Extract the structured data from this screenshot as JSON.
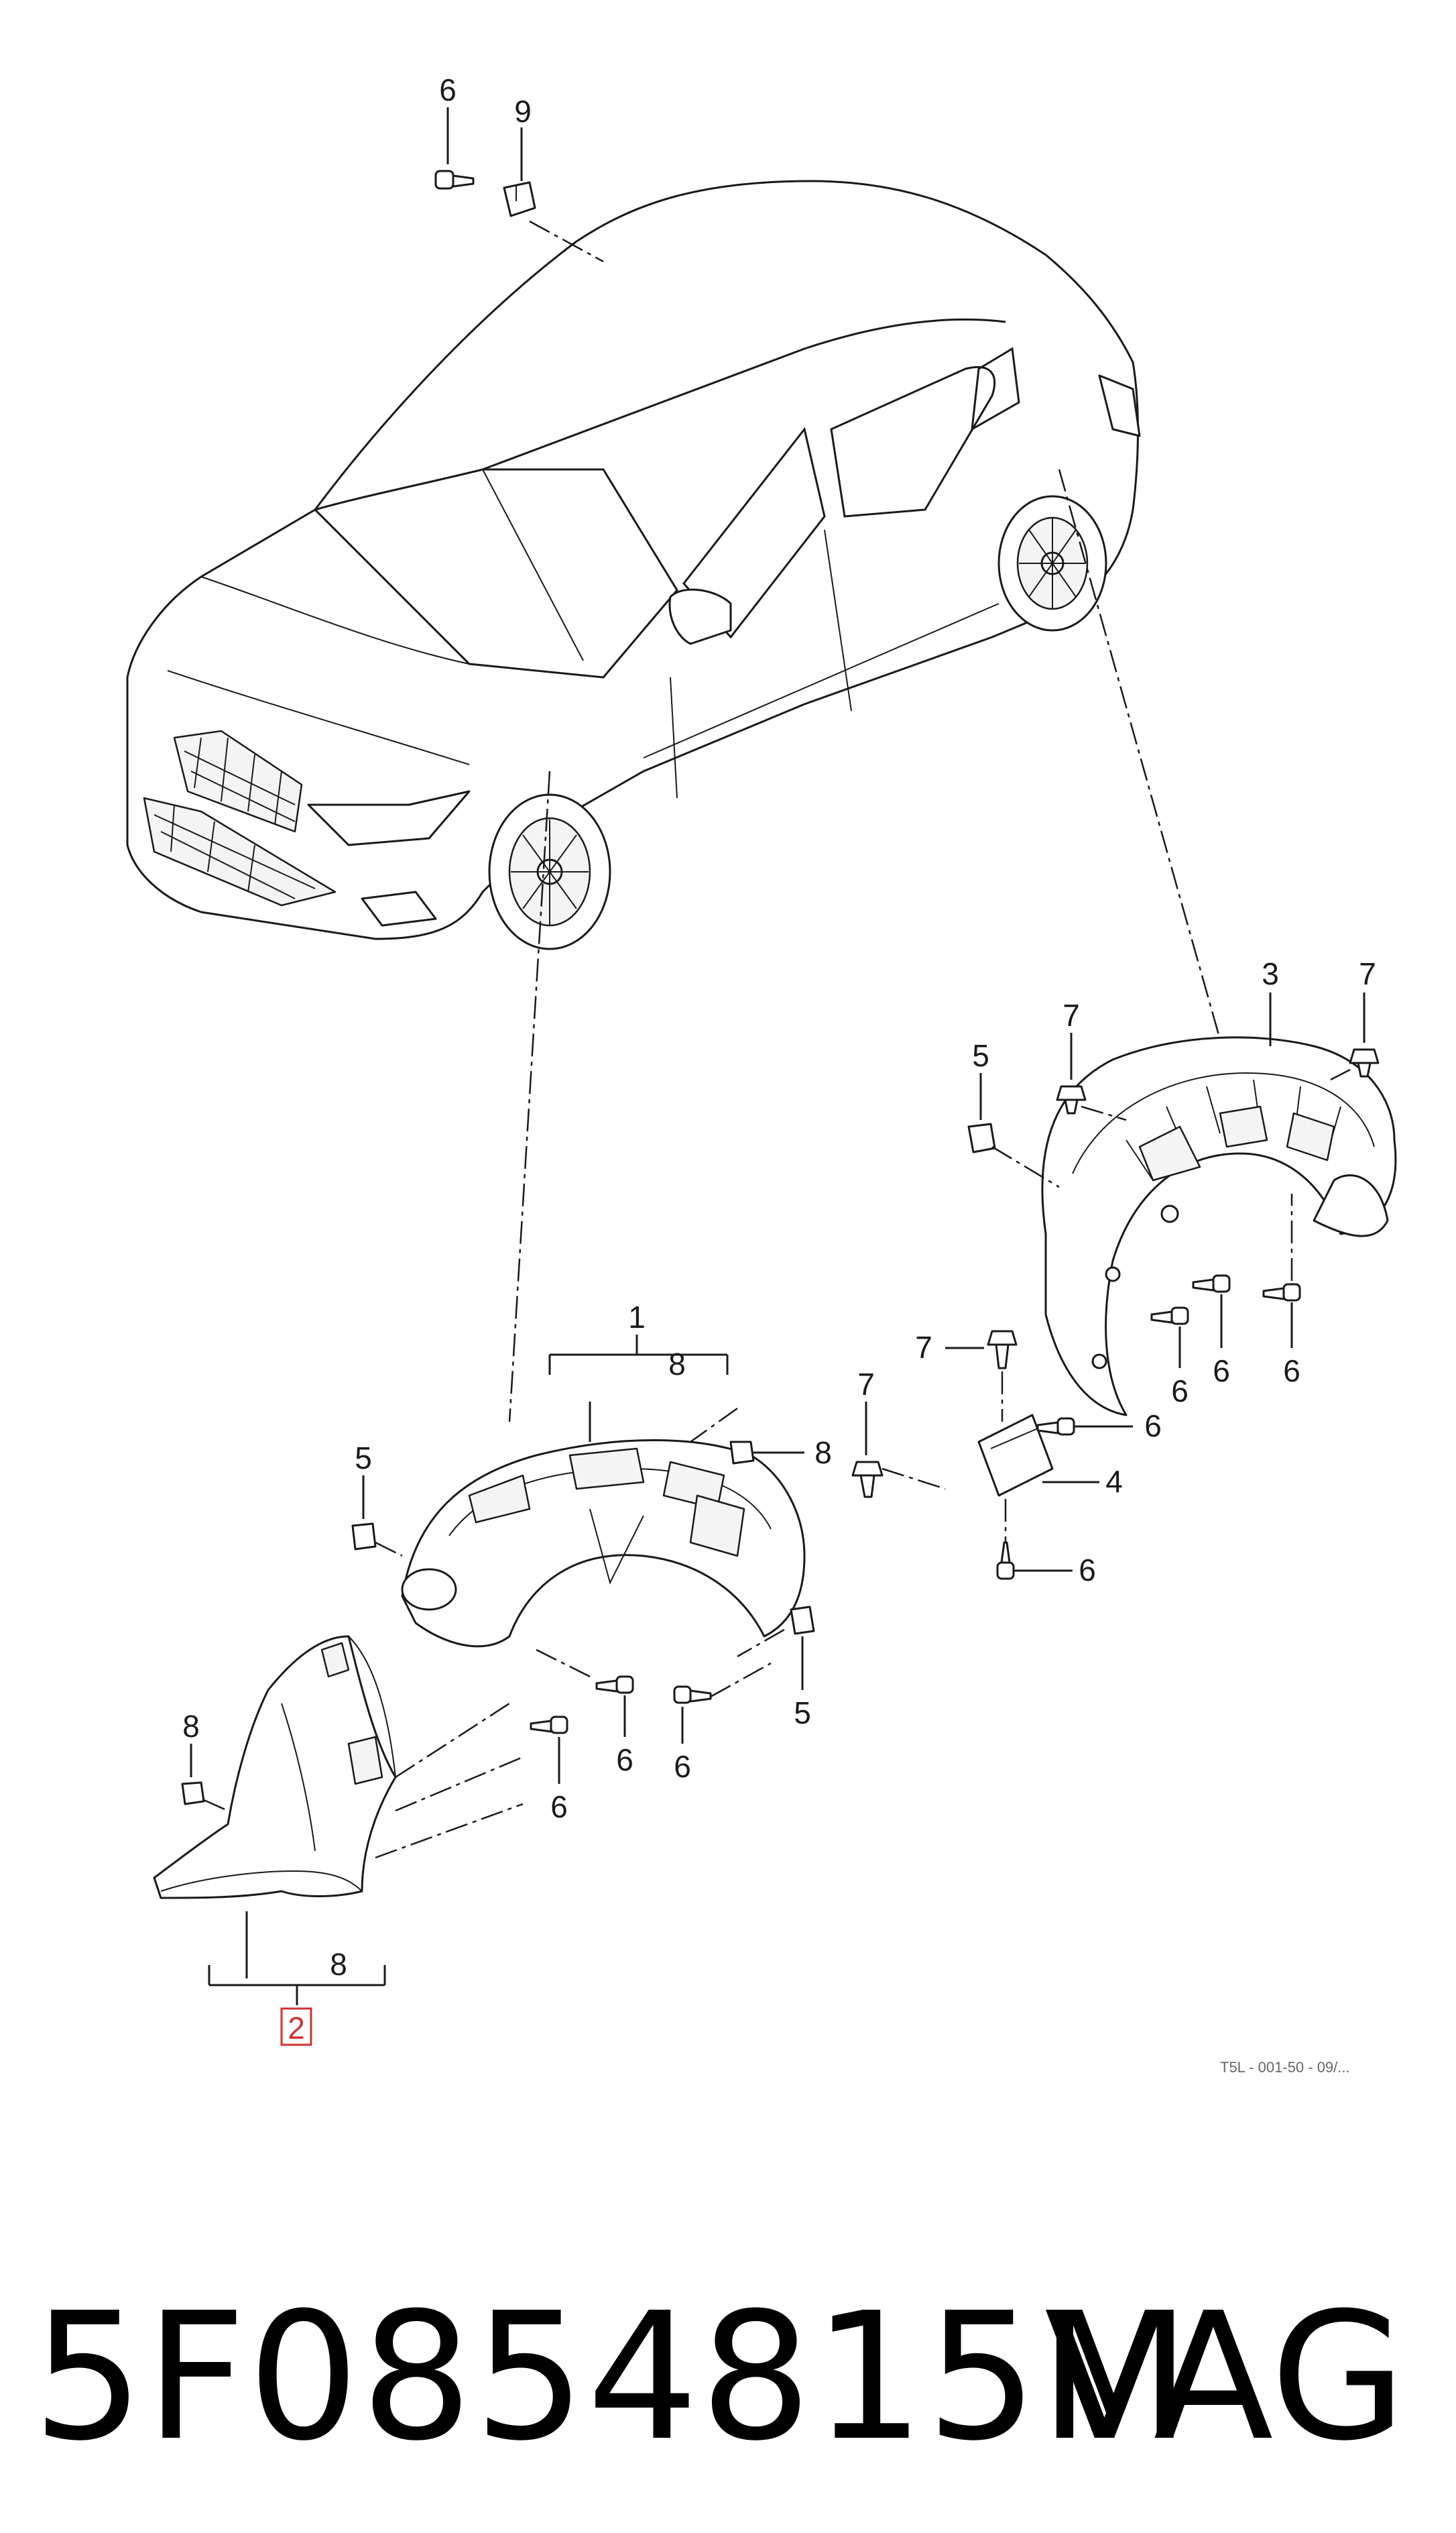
{
  "diagram": {
    "callouts": {
      "c6_top": "6",
      "c9_top": "9",
      "c3": "3",
      "c7_a": "7",
      "c7_b": "7",
      "c5_right": "5",
      "c7_c": "7",
      "c7_d": "7",
      "c6_r1": "6",
      "c6_r2": "6",
      "c6_r3": "6",
      "c6_r4": "6",
      "c4": "4",
      "c6_r5": "6",
      "c1": "1",
      "c8_group1": "8",
      "c8_clip_right": "8",
      "c5_left": "5",
      "c5_mid": "5",
      "c8_left": "8",
      "c6_l1": "6",
      "c6_l2": "6",
      "c6_l3": "6",
      "c8_group2": "8",
      "c2": "2"
    },
    "reference_code": "T5L - 001-50 - 09/..."
  },
  "footer": {
    "part_number": "5F0854815M",
    "brand": "VAG"
  },
  "colors": {
    "line": "#1a1a1a",
    "highlight_box": "#d23030",
    "background": "#ffffff"
  }
}
